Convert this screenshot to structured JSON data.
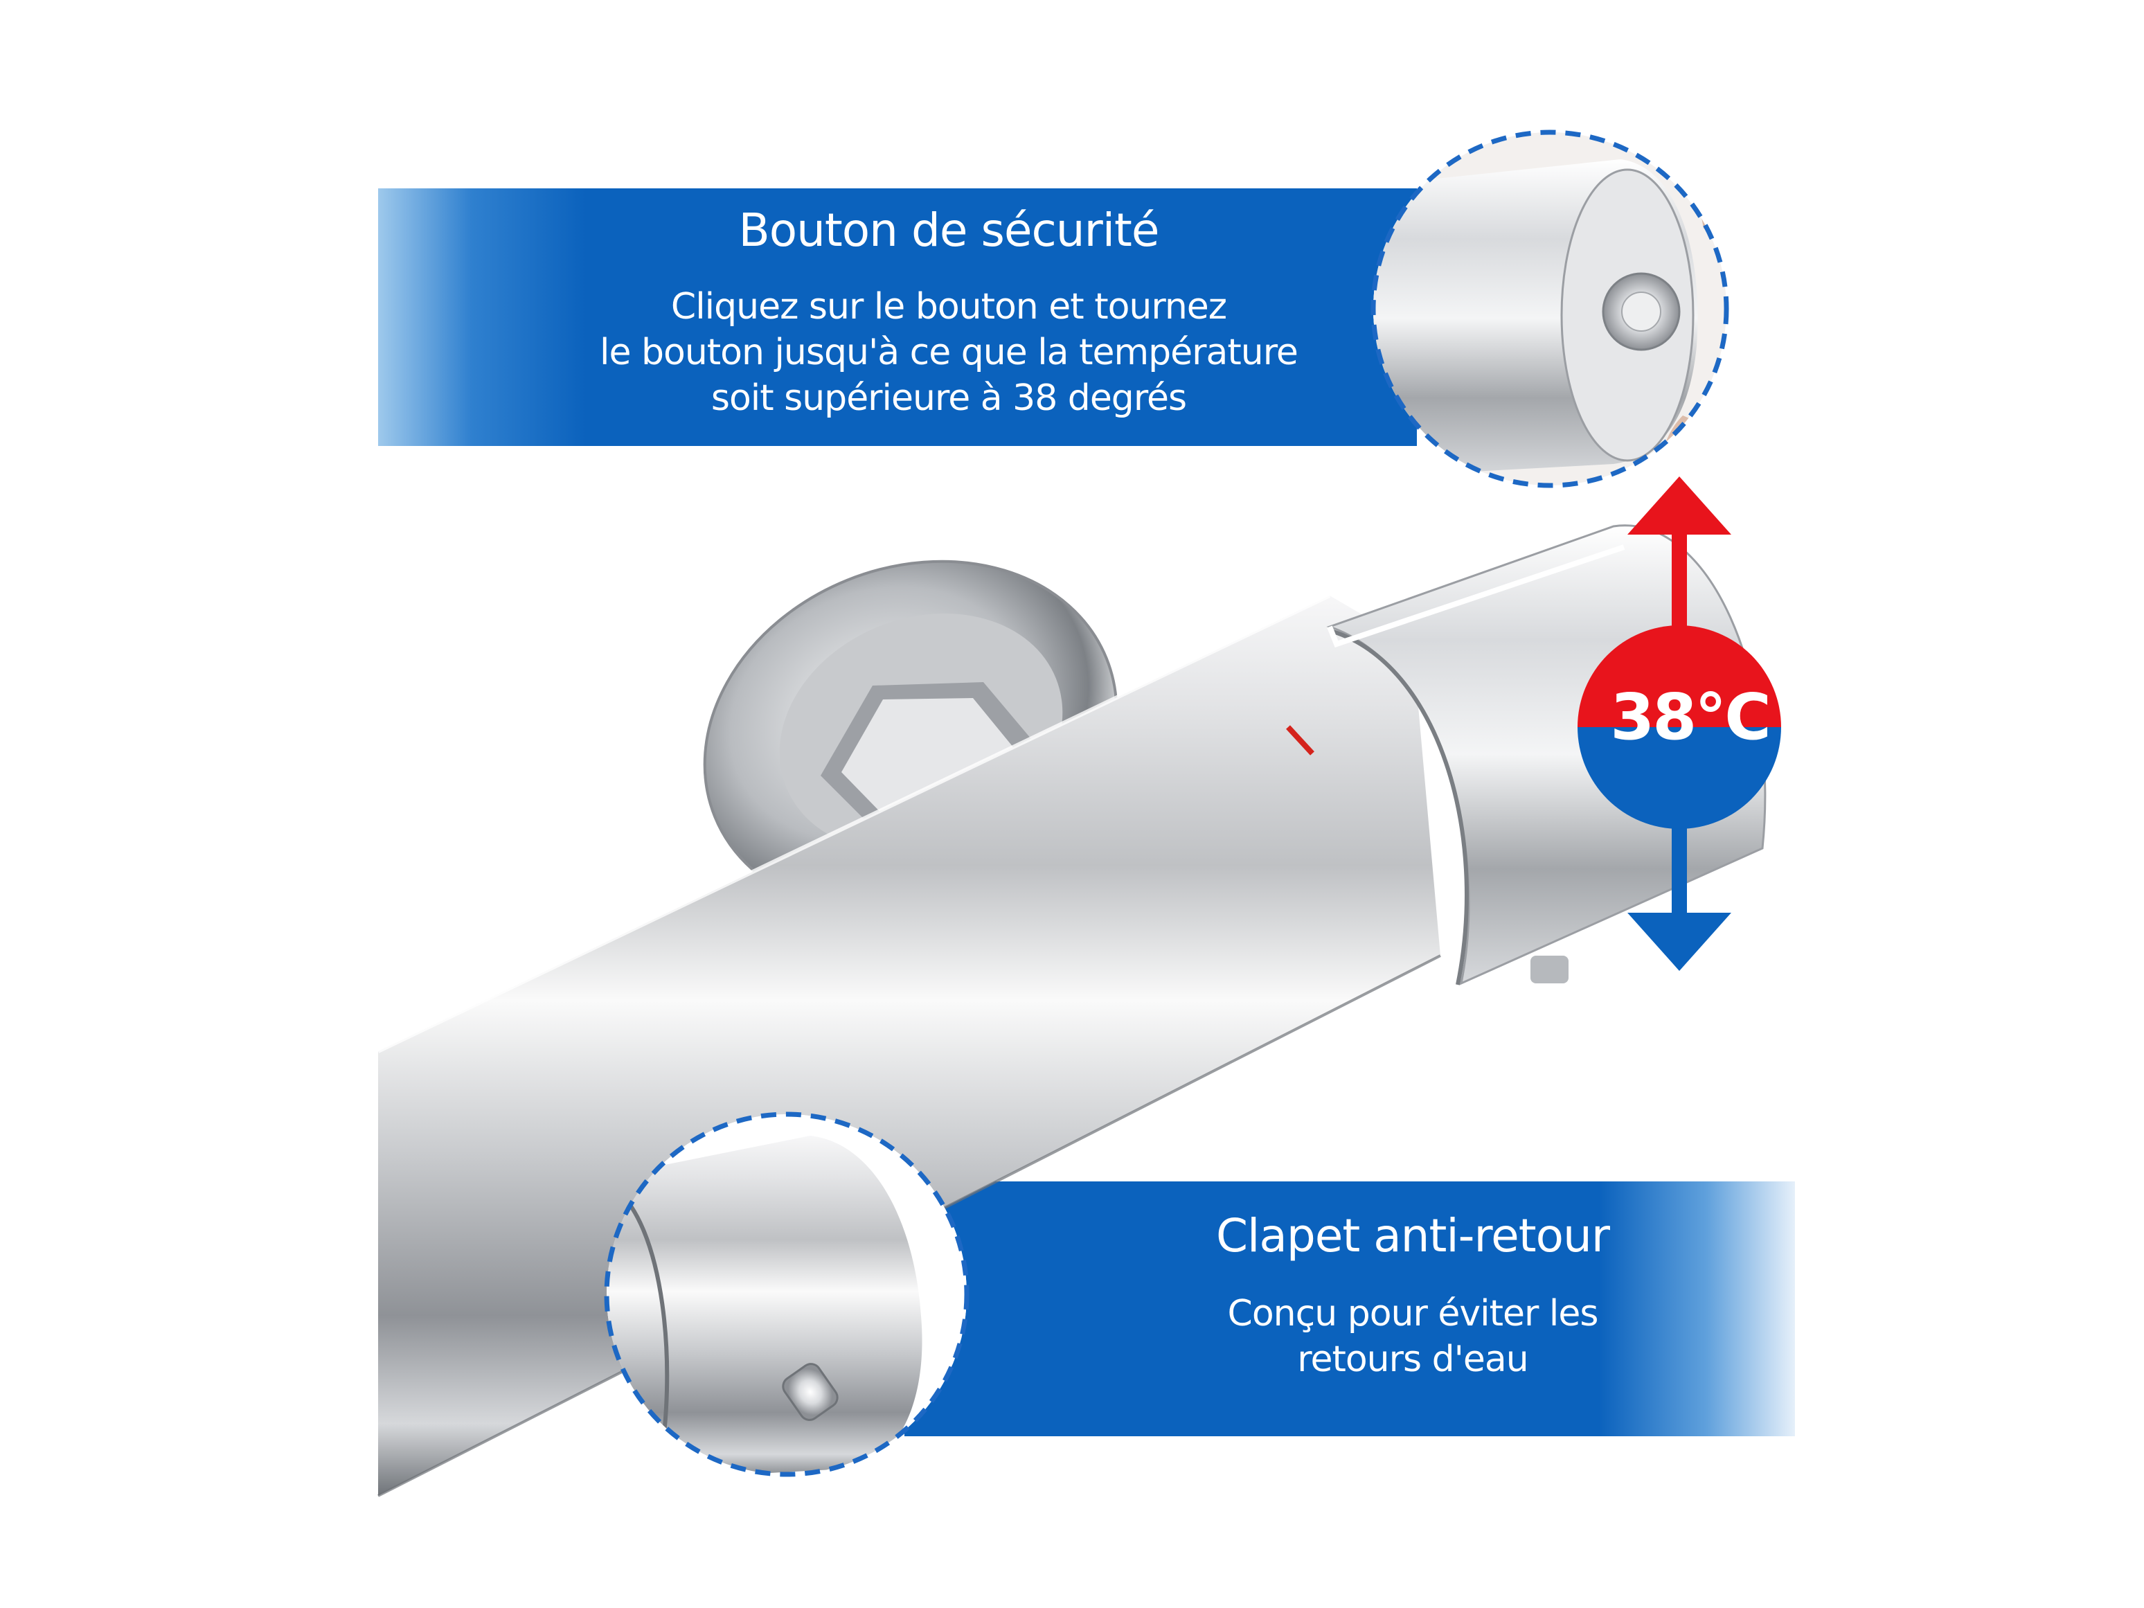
{
  "top_callout": {
    "title": "Bouton de sécurité",
    "body_lines": [
      "Cliquez sur le bouton et tournez",
      "le bouton jusqu'à ce que la température",
      "soit supérieure à 38 degrés"
    ]
  },
  "bottom_callout": {
    "title": "Clapet anti-retour",
    "body_lines": [
      "Conçu pour éviter les",
      "retours d'eau"
    ]
  },
  "temperature_indicator": {
    "label": "38°C",
    "up_arrow_color": "#e8141c",
    "down_arrow_color": "#0b62bd"
  },
  "colors": {
    "banner_blue": "#0b62bd",
    "hot_red": "#e8141c",
    "dash_blue": "#1d68c4"
  },
  "icons": {
    "up_arrow": "arrow-up-icon",
    "down_arrow": "arrow-down-icon"
  }
}
